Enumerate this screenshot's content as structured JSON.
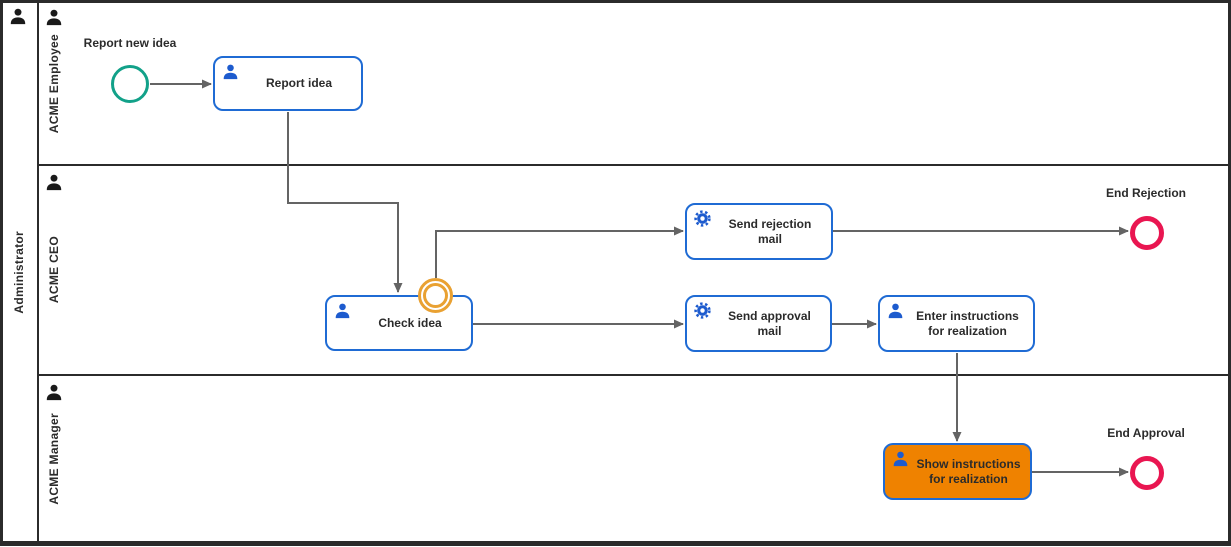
{
  "pool": {
    "label": "Administrator"
  },
  "lanes": [
    {
      "label": "ACME Employee"
    },
    {
      "label": "ACME CEO"
    },
    {
      "label": "ACME Manager"
    }
  ],
  "nodes": {
    "start": {
      "type": "start-event",
      "label": "Report new idea"
    },
    "report_idea": {
      "type": "user-task",
      "label": "Report idea"
    },
    "check_idea": {
      "type": "user-task",
      "label": "Check idea"
    },
    "boundary": {
      "type": "boundary-event",
      "label": ""
    },
    "send_rejection": {
      "type": "service-task",
      "label": "Send rejection mail"
    },
    "send_approval": {
      "type": "service-task",
      "label": "Send approval mail"
    },
    "enter_instructions": {
      "type": "user-task",
      "label": "Enter instructions for realization"
    },
    "show_instructions": {
      "type": "user-task",
      "label": "Show instructions for realization",
      "highlighted": true
    },
    "end_rejection": {
      "type": "end-event",
      "label": "End Rejection"
    },
    "end_approval": {
      "type": "end-event",
      "label": "End Approval"
    }
  },
  "colors": {
    "frame": "#2b2b2b",
    "flow": "#646464",
    "task_border": "#1f6bd4",
    "icon_blue": "#1d5bce",
    "start_event": "#12a189",
    "boundary_event": "#e9a132",
    "end_event": "#e91651",
    "highlight_fill": "#ef8200"
  }
}
